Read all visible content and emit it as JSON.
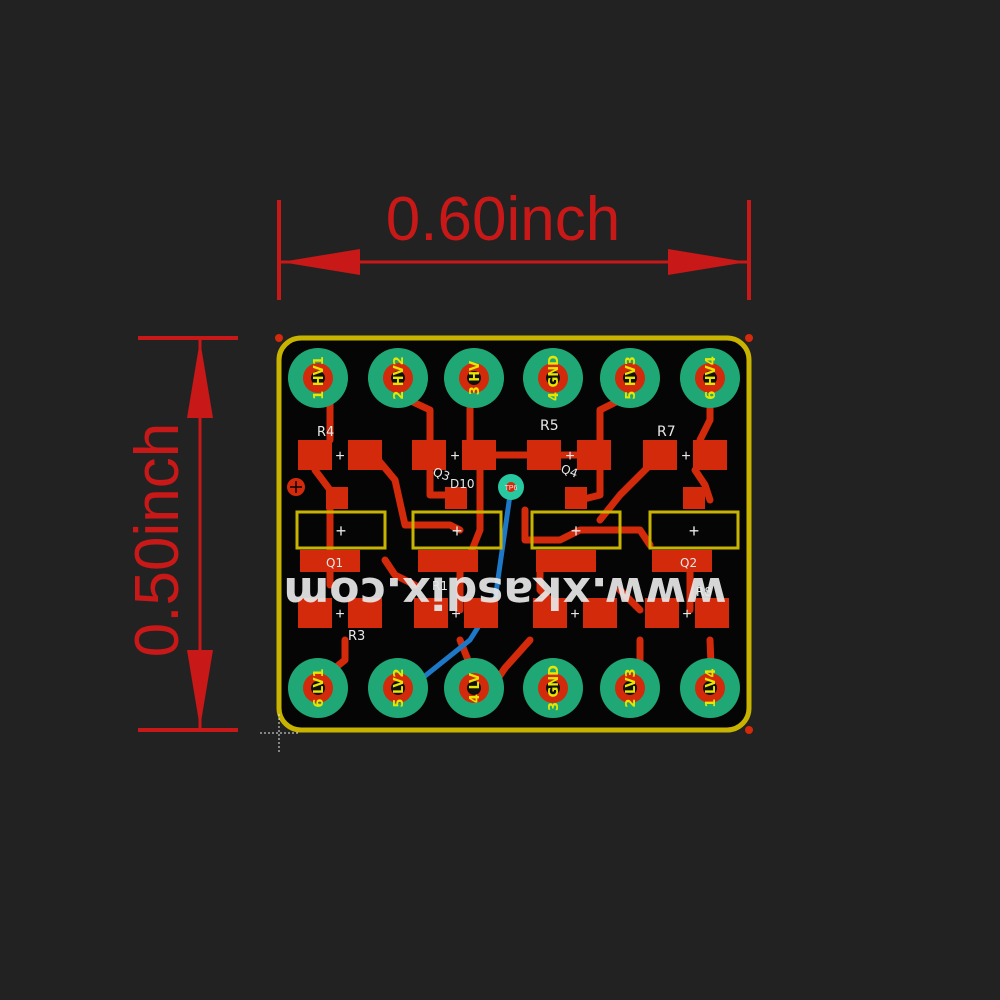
{
  "dimensions": {
    "width_label": "0.60inch",
    "height_label": "0.50inch",
    "dimension_color": "#c81818"
  },
  "board": {
    "outline_color": "#c8b400",
    "copper_color": "#d22a0a",
    "pad_color": "#1fa875",
    "via_color": "#28c8a0",
    "bottom_trace_color": "#1e78c8",
    "silk_color": "#e8e8e8",
    "pad_label_color": "#e6e600"
  },
  "top_pads": [
    {
      "num": "1",
      "name": "HV1"
    },
    {
      "num": "2",
      "name": "HV2"
    },
    {
      "num": "3",
      "name": "HV"
    },
    {
      "num": "4",
      "name": "GND"
    },
    {
      "num": "5",
      "name": "HV3"
    },
    {
      "num": "6",
      "name": "HV4"
    }
  ],
  "bottom_pads": [
    {
      "num": "6",
      "name": "LV1"
    },
    {
      "num": "5",
      "name": "LV2"
    },
    {
      "num": "4",
      "name": "LV"
    },
    {
      "num": "3",
      "name": "GND"
    },
    {
      "num": "2",
      "name": "LV3"
    },
    {
      "num": "1",
      "name": "LV4"
    }
  ],
  "component_labels": {
    "r4": "R4",
    "r5": "R5",
    "r7": "R7",
    "q3": "Q3",
    "q4": "Q4",
    "d10": "D10",
    "q1": "Q1",
    "q2": "Q2",
    "r1": "R1",
    "r3": "R3",
    "r8": "R8",
    "via": "TP6",
    "silk_url": "www.xkasdix.com"
  }
}
